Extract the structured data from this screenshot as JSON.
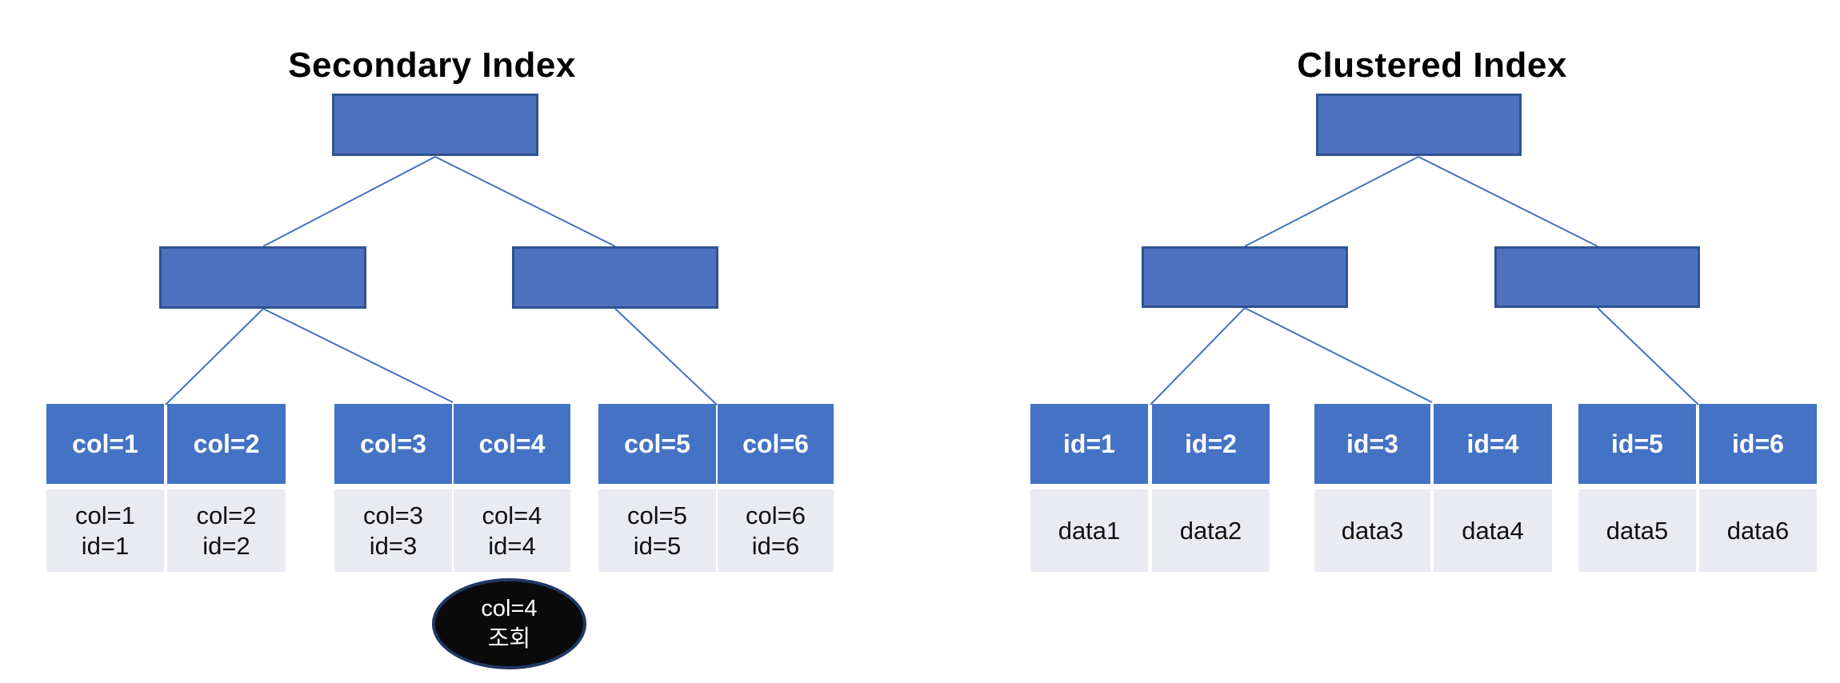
{
  "palette": {
    "background": "#FFFFFF",
    "node_fill": "#4C72C0",
    "node_border": "#2F528F",
    "leaf_header_fill": "#4472C4",
    "leaf_body_fill": "#E9EAF2",
    "connector": "#4472C4",
    "ellipse_fill": "#0A0A0A",
    "ellipse_border": "#1F3864",
    "header_text": "#FFFFFF",
    "body_text": "#111111",
    "title_text": "#000000"
  },
  "diagrams": [
    {
      "id": "secondary-index",
      "title": "Secondary Index",
      "leaf_groups": [
        {
          "cells": [
            {
              "header": "col=1",
              "body_lines": [
                "col=1",
                "id=1"
              ]
            },
            {
              "header": "col=2",
              "body_lines": [
                "col=2",
                "id=2"
              ]
            }
          ]
        },
        {
          "cells": [
            {
              "header": "col=3",
              "body_lines": [
                "col=3",
                "id=3"
              ]
            },
            {
              "header": "col=4",
              "body_lines": [
                "col=4",
                "id=4"
              ]
            }
          ]
        },
        {
          "cells": [
            {
              "header": "col=5",
              "body_lines": [
                "col=5",
                "id=5"
              ]
            },
            {
              "header": "col=6",
              "body_lines": [
                "col=6",
                "id=6"
              ]
            }
          ]
        }
      ]
    },
    {
      "id": "clustered-index",
      "title": "Clustered Index",
      "leaf_groups": [
        {
          "cells": [
            {
              "header": "id=1",
              "body_lines": [
                "data1"
              ]
            },
            {
              "header": "id=2",
              "body_lines": [
                "data2"
              ]
            }
          ]
        },
        {
          "cells": [
            {
              "header": "id=3",
              "body_lines": [
                "data3"
              ]
            },
            {
              "header": "id=4",
              "body_lines": [
                "data4"
              ]
            }
          ]
        },
        {
          "cells": [
            {
              "header": "id=5",
              "body_lines": [
                "data5"
              ]
            },
            {
              "header": "id=6",
              "body_lines": [
                "data6"
              ]
            }
          ]
        }
      ]
    }
  ],
  "callout": {
    "lines": [
      "col=4",
      "조회"
    ]
  }
}
